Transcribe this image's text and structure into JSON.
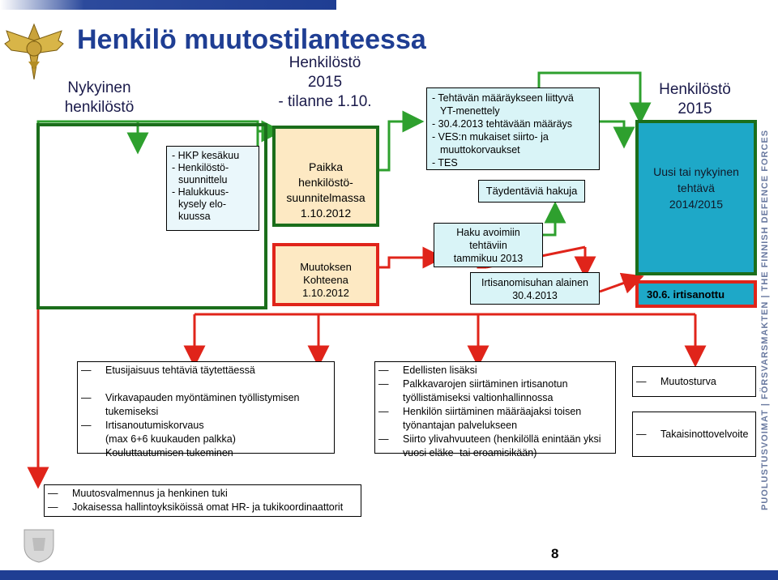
{
  "title": "Henkilö muutostilanteessa",
  "headers": {
    "current": "Nykyinen henkilöstö",
    "mid": [
      "Henkilöstö",
      "2015",
      "- tilanne 1.10."
    ],
    "right": [
      "Henkilöstö",
      "2015"
    ]
  },
  "box_hkp": [
    "- HKP kesäkuu",
    "- Henkilöstö-",
    "suunnittelu",
    "- Halukkuus-",
    "kysely elo-",
    "kuussa"
  ],
  "box_paikka": [
    "Paikka",
    "henkilöstö-",
    "suunnitelmassa",
    "1.10.2012"
  ],
  "box_muutoksen": [
    "Muutoksen",
    "Kohteena",
    "1.10.2012"
  ],
  "box_tehtavan": [
    "- Tehtävän määräykseen liittyvä",
    "YT-menettely",
    "- 30.4.2013 tehtävään määräys",
    "- VES:n mukaiset siirto- ja",
    "muuttokorvaukset",
    "- TES"
  ],
  "box_taydentavia": "Täydentäviä hakuja",
  "box_haku": [
    "Haku avoimiin",
    "tehtäviin",
    "tammikuu 2013"
  ],
  "box_irtisanomis": [
    "Irtisanomisuhan alainen",
    "30.4.2013"
  ],
  "box_uusi": [
    "Uusi tai nykyinen",
    "tehtävä",
    "2014/2015"
  ],
  "box_irtisanottu": "30.6. irtisanottu",
  "list_left": [
    "Etusijaisuus tehtäviä täytettäessä",
    "Virkavapauden myöntäminen työllistymisen",
    "tukemiseksi",
    "Irtisanoutumiskorvaus",
    "(max 6+6 kuukauden palkka)",
    "Kouluttautumisen tukeminen"
  ],
  "list_mid": [
    "Edellisten lisäksi",
    "Palkkavarojen siirtäminen irtisanotun",
    "työllistämiseksi valtionhallinnossa",
    "Henkilön siirtäminen määräajaksi toisen",
    "työnantajan palvelukseen",
    "Siirto ylivahvuuteen (henkilöllä enintään yksi",
    "vuosi eläke- tai eroamisikään)"
  ],
  "list_muutosturva": "Muutosturva",
  "list_takaisin": "Takaisinottovelvoite",
  "list_bottom": [
    "Muutosvalmennus ja henkinen tuki",
    "Jokaisessa hallintoyksiköissä omat HR- ja tukikoordinaattorit"
  ],
  "page_number": "8",
  "vertical_text": "PUOLUSTUSVOIMAT | FÖRSVARSMAKTEN | THE FINNISH DEFENCE FORCES",
  "colors": {
    "title": "#1f3e93",
    "green_border": "#1b6e1b",
    "paikka_fill": "#fde9c3",
    "tehtavan_fill": "#d9f4f7",
    "uusi_fill": "#1ea8c8",
    "arrow_red": "#e0241a",
    "arrow_green": "#2ea02e"
  }
}
